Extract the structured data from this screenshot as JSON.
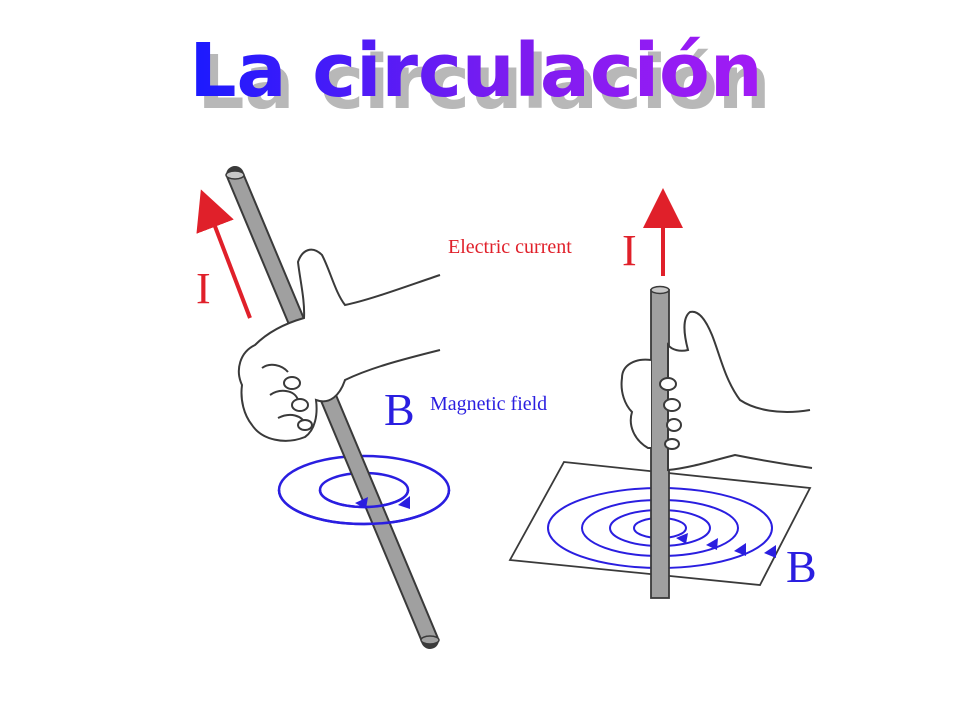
{
  "slide": {
    "title": "La circulación",
    "title_gradient": [
      "#1a1aff",
      "#7b1cf0",
      "#a21bf5"
    ],
    "title_shadow_color": "#b8b8b8"
  },
  "diagram": {
    "left": {
      "current_symbol": "I",
      "field_symbol": "B",
      "field_caption": "Magnetic field"
    },
    "right": {
      "current_caption": "Electric current",
      "current_symbol": "I",
      "field_symbol": "B"
    },
    "colors": {
      "current_arrow": "#e0202a",
      "field_lines": "#2a1ee0",
      "conductor": "#9a9a9a",
      "outline": "#3a3a3a"
    }
  }
}
